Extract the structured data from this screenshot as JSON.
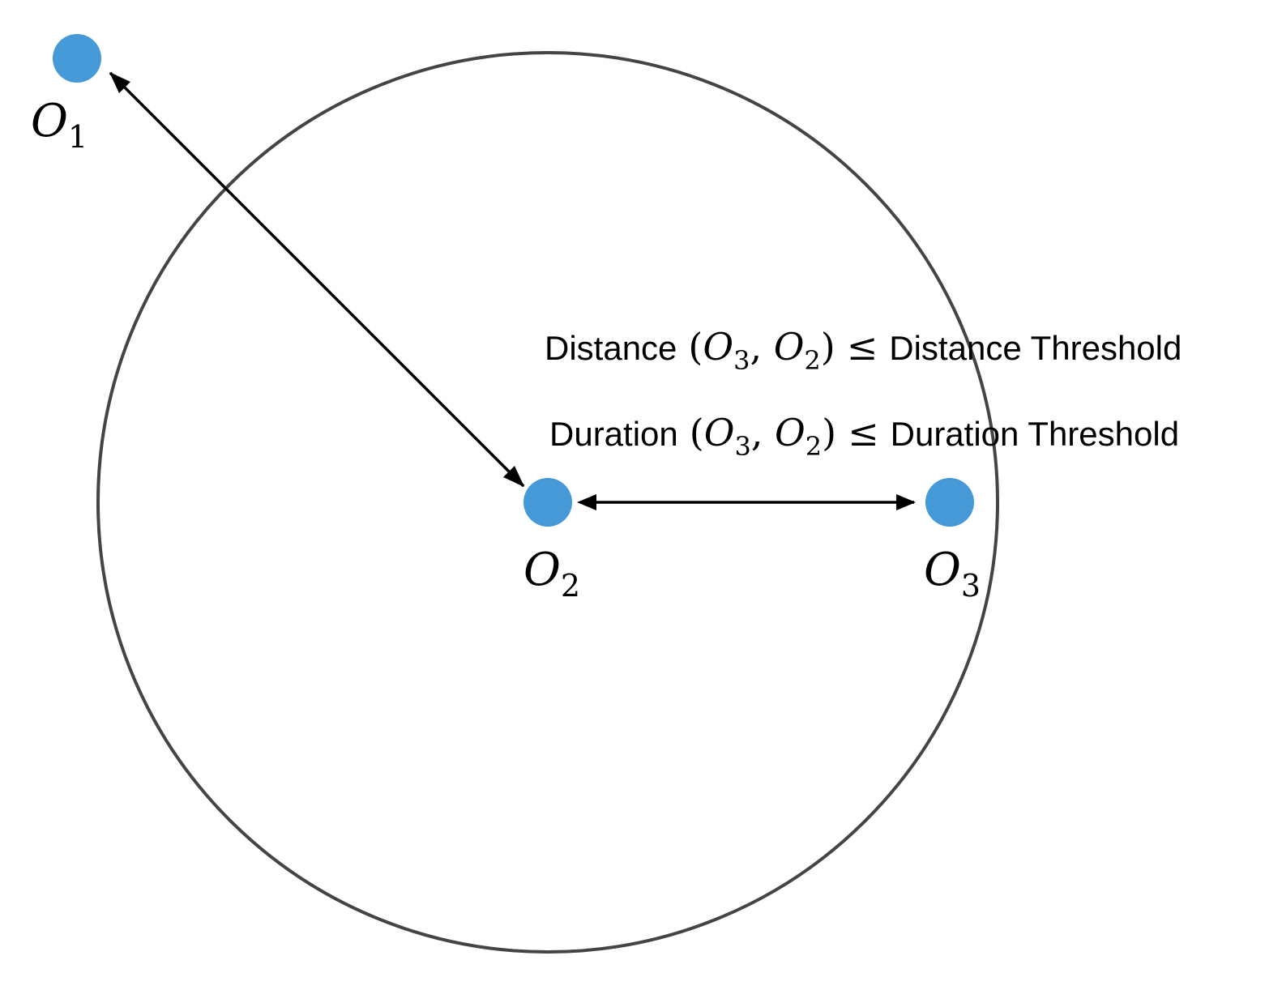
{
  "nodes": [
    {
      "id": "o1",
      "base": "O",
      "sub": "1",
      "color": "#4499d6"
    },
    {
      "id": "o2",
      "base": "O",
      "sub": "2",
      "color": "#4499d6"
    },
    {
      "id": "o3",
      "base": "O",
      "sub": "3",
      "color": "#4499d6"
    }
  ],
  "circle_color": "#444444",
  "condition_distance": {
    "word": "Distance",
    "a_base": "O",
    "a_sub": "3",
    "b_base": "O",
    "b_sub": "2",
    "operator": "≤",
    "rhs": "Distance Threshold"
  },
  "condition_duration": {
    "word": "Duration",
    "a_base": "O",
    "a_sub": "3",
    "b_base": "O",
    "b_sub": "2",
    "operator": "≤",
    "rhs": "Duration Threshold"
  }
}
